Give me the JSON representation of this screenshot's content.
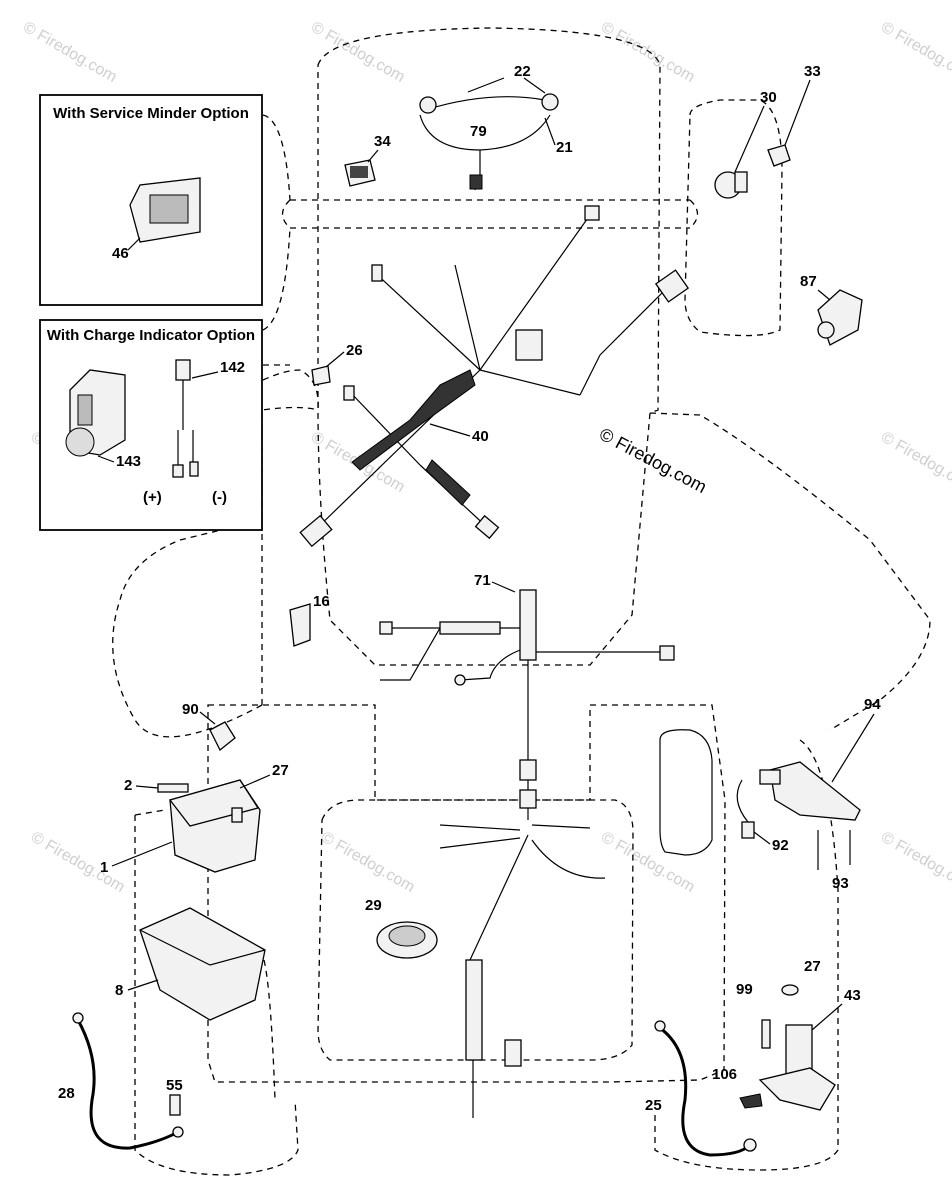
{
  "boxes": {
    "service_minder": "With Service Minder Option",
    "charge_indicator": "With Charge Indicator Option"
  },
  "polarity": {
    "plus": "(+)",
    "minus": "(-)"
  },
  "watermark": "© Firedog.com",
  "callouts": {
    "c1": "1",
    "c2": "2",
    "c8": "8",
    "c16": "16",
    "c21": "21",
    "c22": "22",
    "c25": "25",
    "c26": "26",
    "c27a": "27",
    "c27b": "27",
    "c28": "28",
    "c29": "29",
    "c30": "30",
    "c33": "33",
    "c34": "34",
    "c40": "40",
    "c43": "43",
    "c46": "46",
    "c55": "55",
    "c71": "71",
    "c79": "79",
    "c87": "87",
    "c90": "90",
    "c92": "92",
    "c93": "93",
    "c94": "94",
    "c99": "99",
    "c106": "106",
    "c142": "142",
    "c143": "143"
  },
  "colors": {
    "line": "#000000",
    "watermark": "#cfcfcf",
    "background": "#ffffff"
  }
}
